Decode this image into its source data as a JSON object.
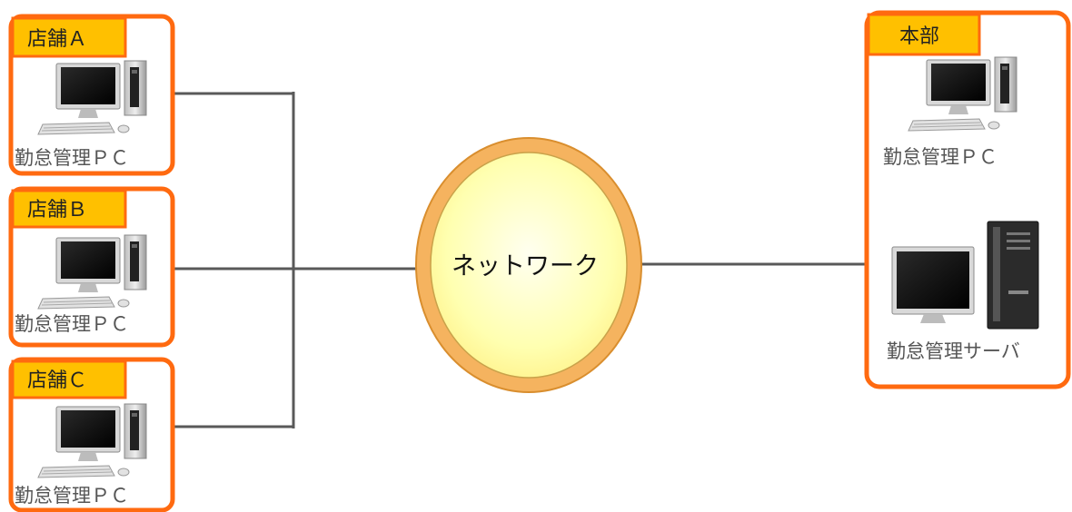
{
  "stores": [
    {
      "label": "店舗Ａ",
      "caption": "勤怠管理ＰＣ"
    },
    {
      "label": "店舗Ｂ",
      "caption": "勤怠管理ＰＣ"
    },
    {
      "label": "店舗Ｃ",
      "caption": "勤怠管理ＰＣ"
    }
  ],
  "network": {
    "label": "ネットワーク"
  },
  "headquarters": {
    "label": "本部",
    "pc_caption": "勤怠管理ＰＣ",
    "server_caption": "勤怠管理サーバ"
  },
  "colors": {
    "frame": "#FF6A10",
    "tag_fill": "#FFC000",
    "line": "#595959",
    "network_ring": "#F5B35F",
    "network_inner": "#FFFFA8"
  }
}
